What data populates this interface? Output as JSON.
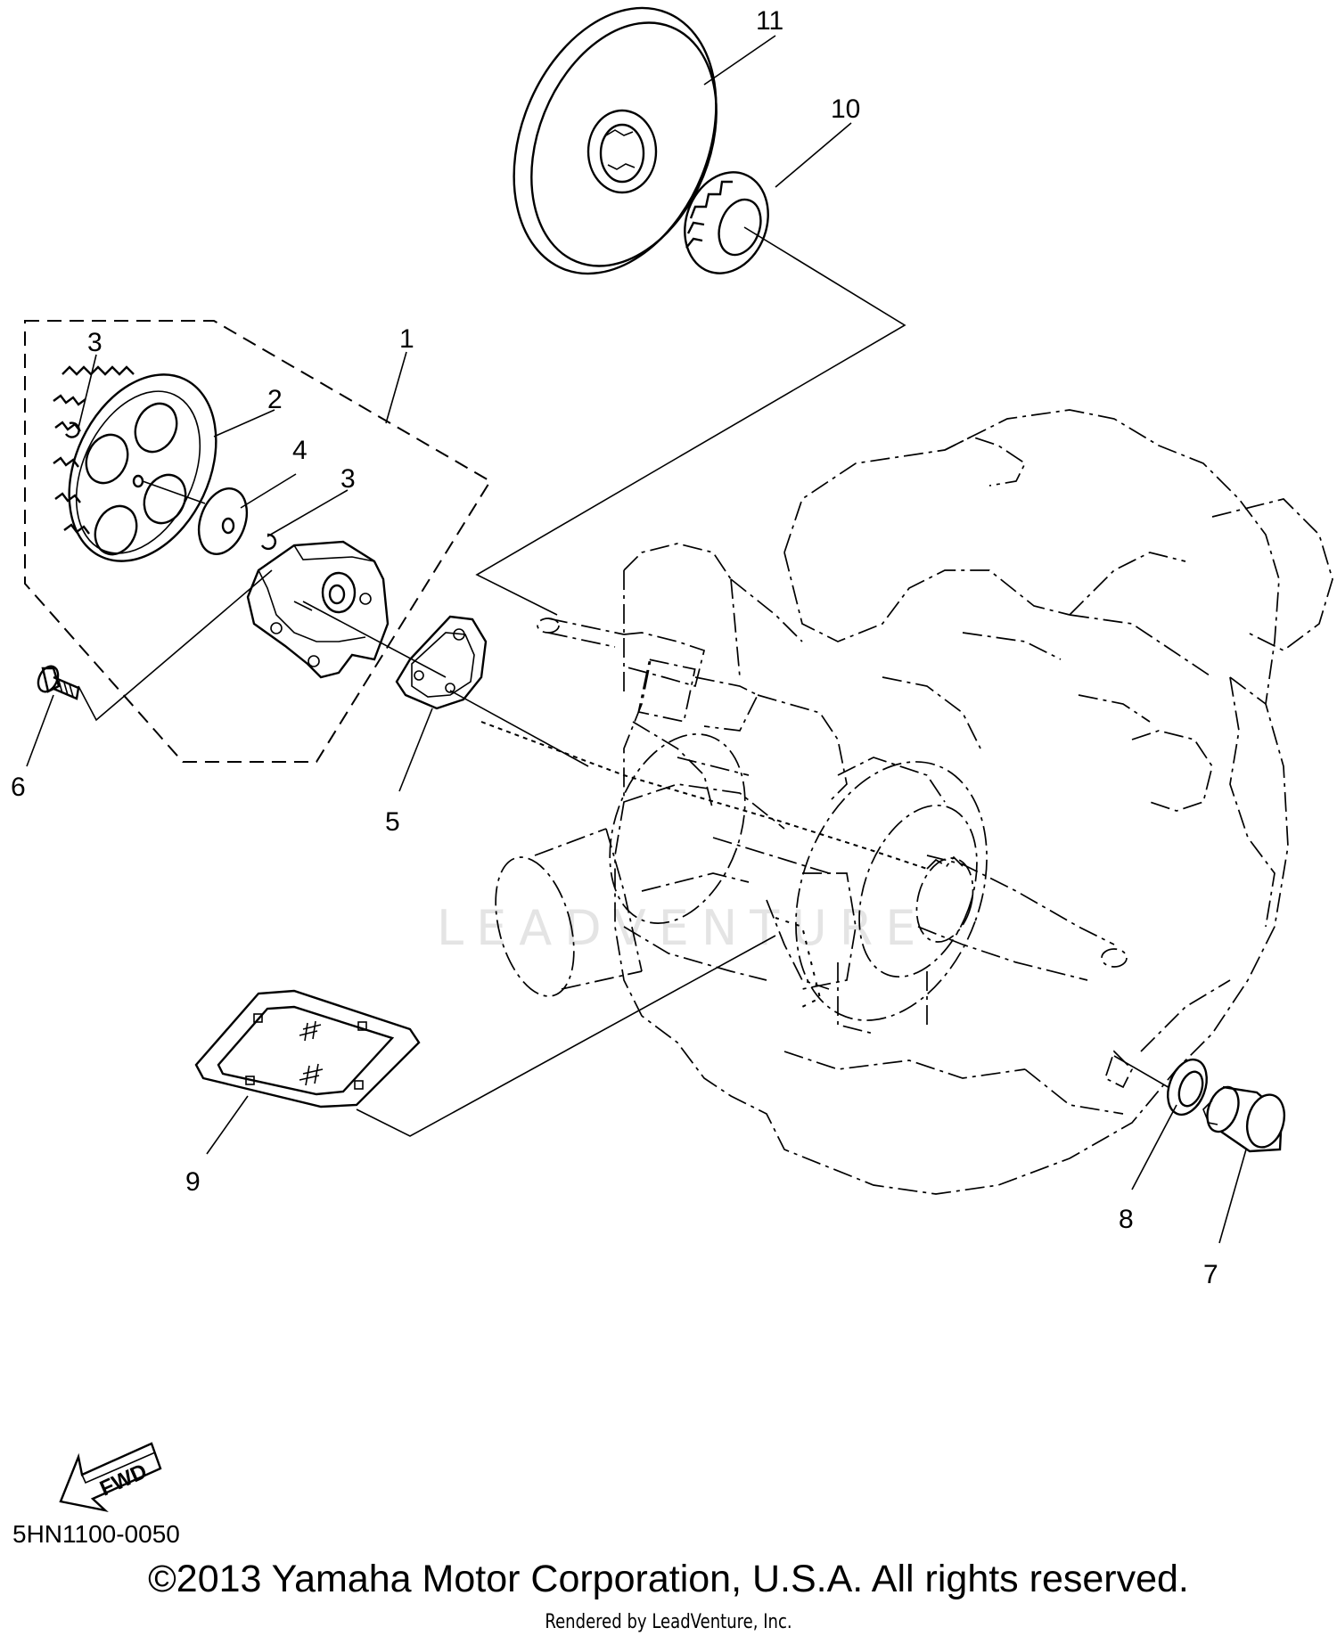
{
  "callouts": {
    "n1": "1",
    "n2": "2",
    "n3a": "3",
    "n3b": "3",
    "n4": "4",
    "n5": "5",
    "n6": "6",
    "n7": "7",
    "n8": "8",
    "n9": "9",
    "n10": "10",
    "n11": "11"
  },
  "fwd_label": "FWD",
  "diagram_code": "5HN1100-0050",
  "copyright": "©2013 Yamaha Motor Corporation, U.S.A. All rights reserved.",
  "rendered_by": "Rendered by LeadVenture, Inc.",
  "watermark": "LEADVENTURE"
}
